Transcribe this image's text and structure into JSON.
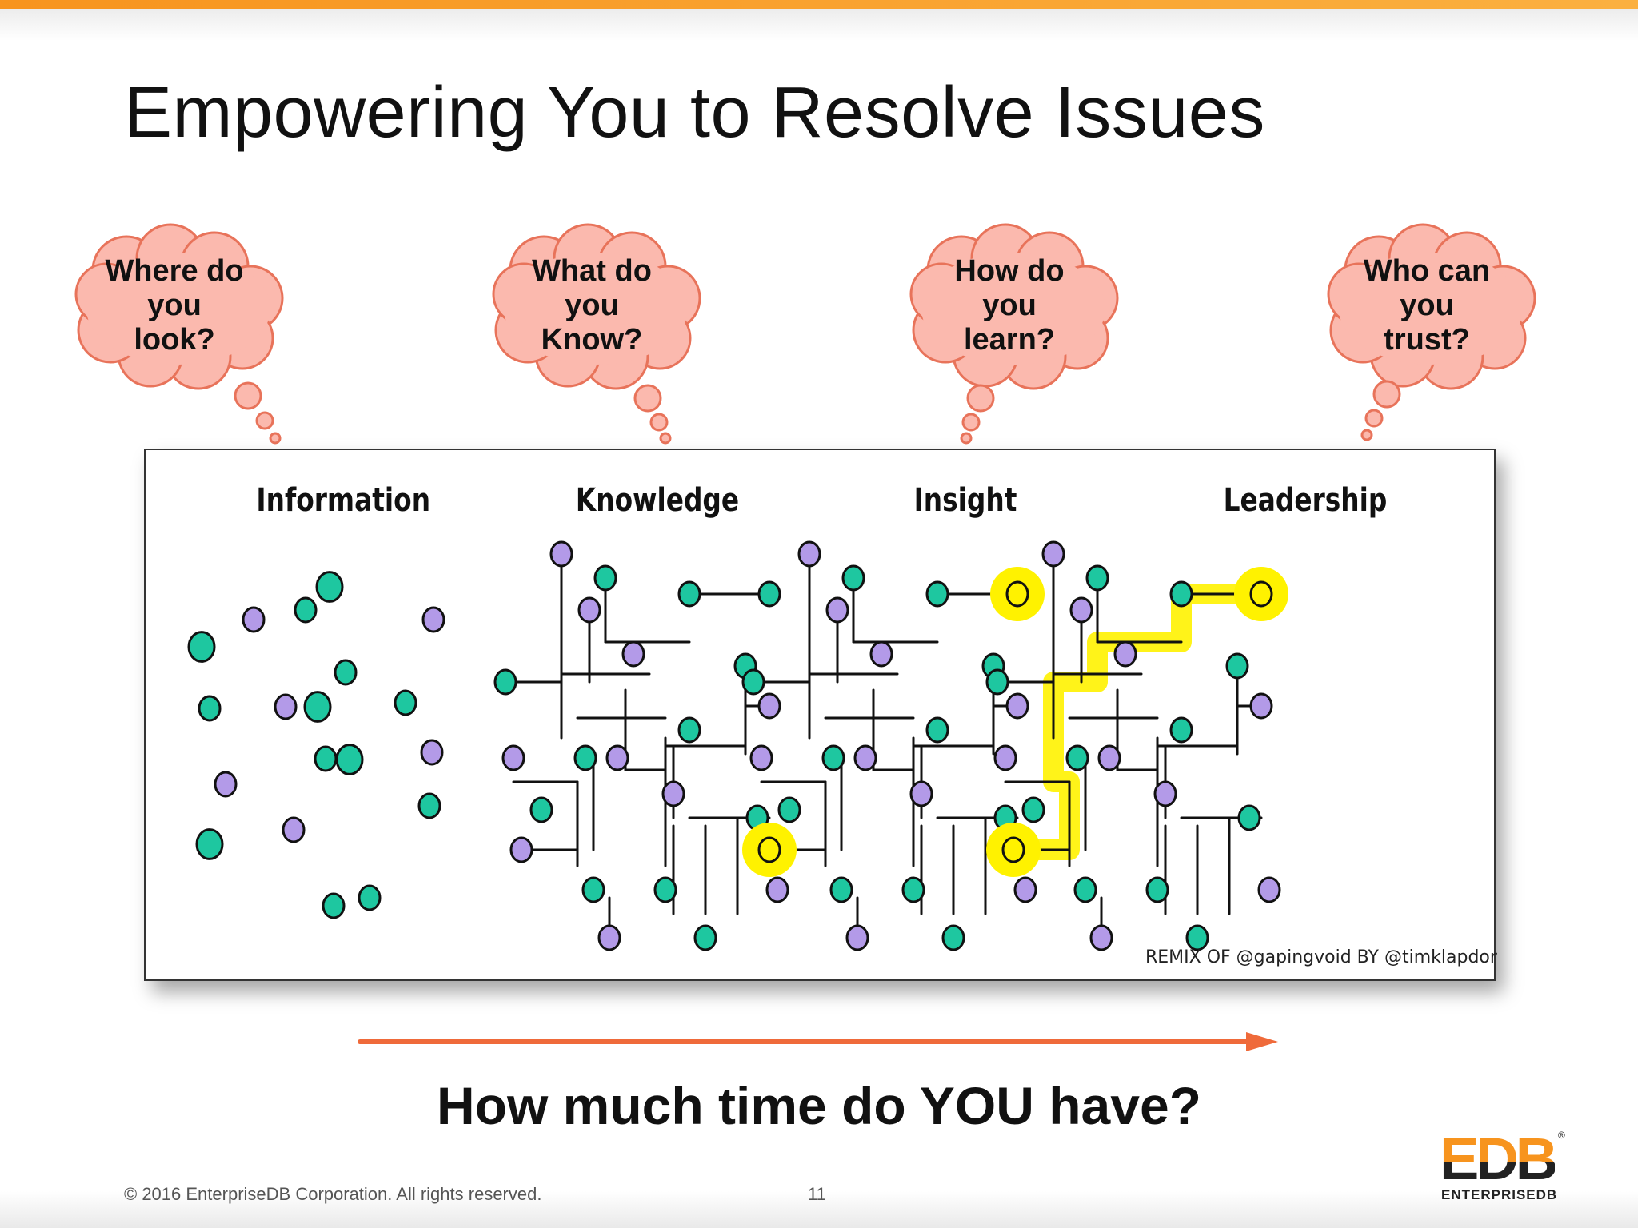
{
  "slide": {
    "title": "Empowering You to Resolve Issues",
    "clouds": [
      {
        "lines": [
          "Where do",
          "you",
          "look?"
        ]
      },
      {
        "lines": [
          "What do",
          "you",
          "Know?"
        ]
      },
      {
        "lines": [
          "How do",
          "you",
          "learn?"
        ]
      },
      {
        "lines": [
          "Who can",
          "you",
          "trust?"
        ]
      }
    ],
    "stages": [
      "Information",
      "Knowledge",
      "Insight",
      "Leadership"
    ],
    "credit": "REMIX OF @gapingvoid BY @timklapdor",
    "question": "How much time do YOU have?",
    "footer": {
      "copyright": "© 2016 EnterpriseDB Corporation. All rights reserved.",
      "page_number": "11"
    },
    "logo": {
      "mark": "EDB",
      "text": "ENTERPRISEDB",
      "reg": "®"
    }
  },
  "colors": {
    "accent": "#f7941e",
    "cloud_fill": "#fbb9ae",
    "cloud_stroke": "#e8735a",
    "dot_teal": "#1ec7a0",
    "dot_purple": "#b39ae8",
    "highlight": "#fff200",
    "arrow": "#ef6a3a"
  }
}
